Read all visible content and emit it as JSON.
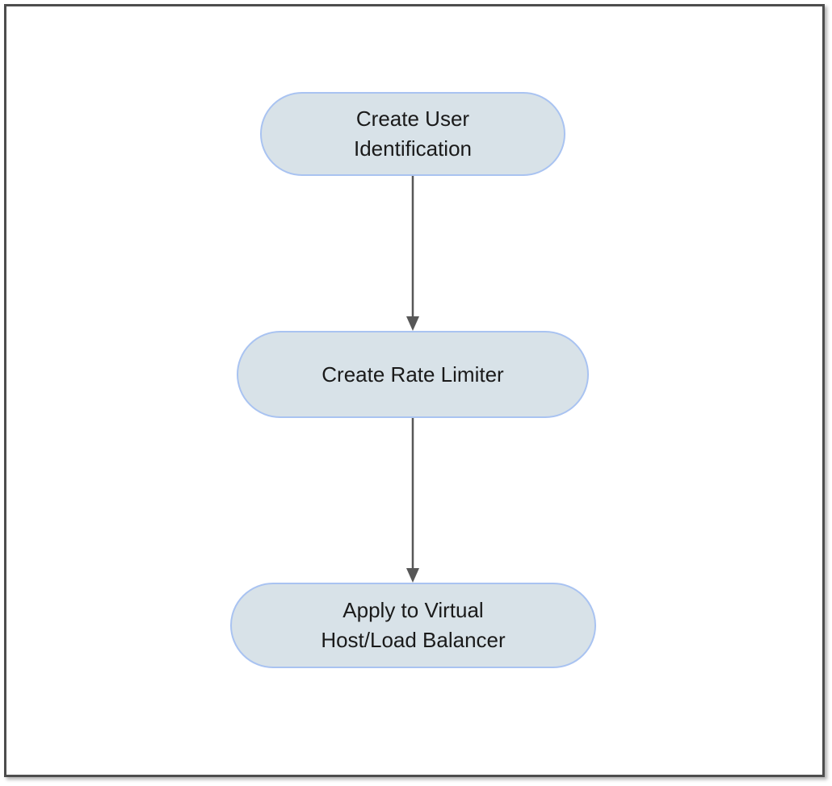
{
  "diagram": {
    "type": "flowchart",
    "direction": "top-down",
    "background_color": "#ffffff",
    "frame_border_color": "#4d4d4d",
    "node_fill_color": "#d8e2e8",
    "node_border_color": "#a9c3f1",
    "node_text_color": "#1a1a1a",
    "connector_color": "#575757",
    "nodes": [
      {
        "id": "create-user-identification",
        "shape": "stadium",
        "label": "Create User Identification",
        "lines": [
          "Create User",
          "Identification"
        ]
      },
      {
        "id": "create-rate-limiter",
        "shape": "stadium",
        "label": "Create Rate Limiter",
        "lines": [
          "Create Rate Limiter"
        ]
      },
      {
        "id": "apply-to-virtual-host-load-balancer",
        "shape": "stadium",
        "label": "Apply to Virtual Host/Load Balancer",
        "lines": [
          "Apply to Virtual",
          "Host/Load Balancer"
        ]
      }
    ],
    "connectors": [
      {
        "from": "create-user-identification",
        "to": "create-rate-limiter",
        "style": "solid-arrow-down"
      },
      {
        "from": "create-rate-limiter",
        "to": "apply-to-virtual-host-load-balancer",
        "style": "solid-arrow-down"
      }
    ]
  }
}
